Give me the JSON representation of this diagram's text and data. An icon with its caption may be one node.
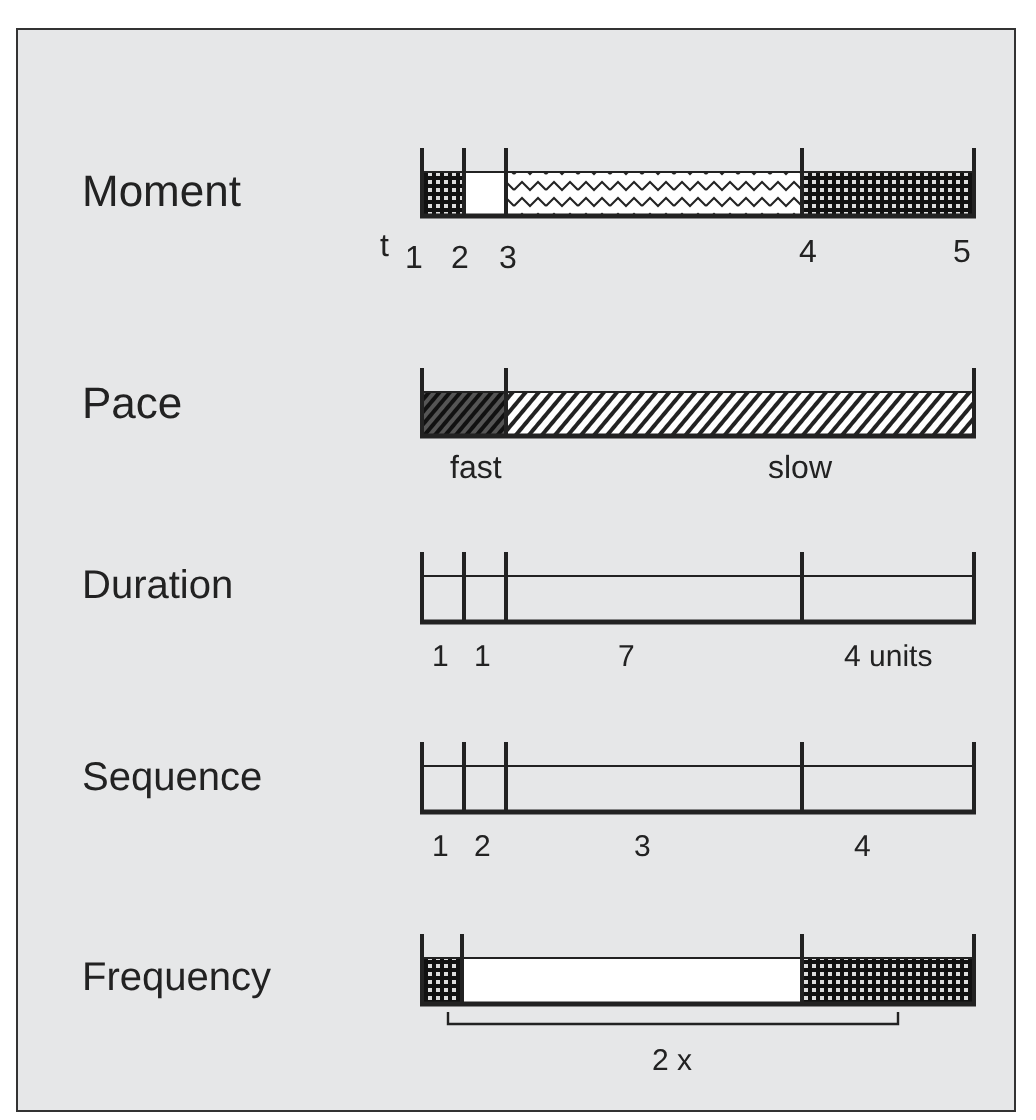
{
  "diagram": {
    "labels": [
      "Moment",
      "t",
      "1",
      "2",
      "3",
      "4",
      "5",
      "Pace",
      "fast",
      "slow",
      "Duration",
      "1",
      "1",
      "7",
      "4 units",
      "Sequence",
      "1",
      "2",
      "3",
      "4",
      "Frequency",
      "2 x"
    ]
  }
}
